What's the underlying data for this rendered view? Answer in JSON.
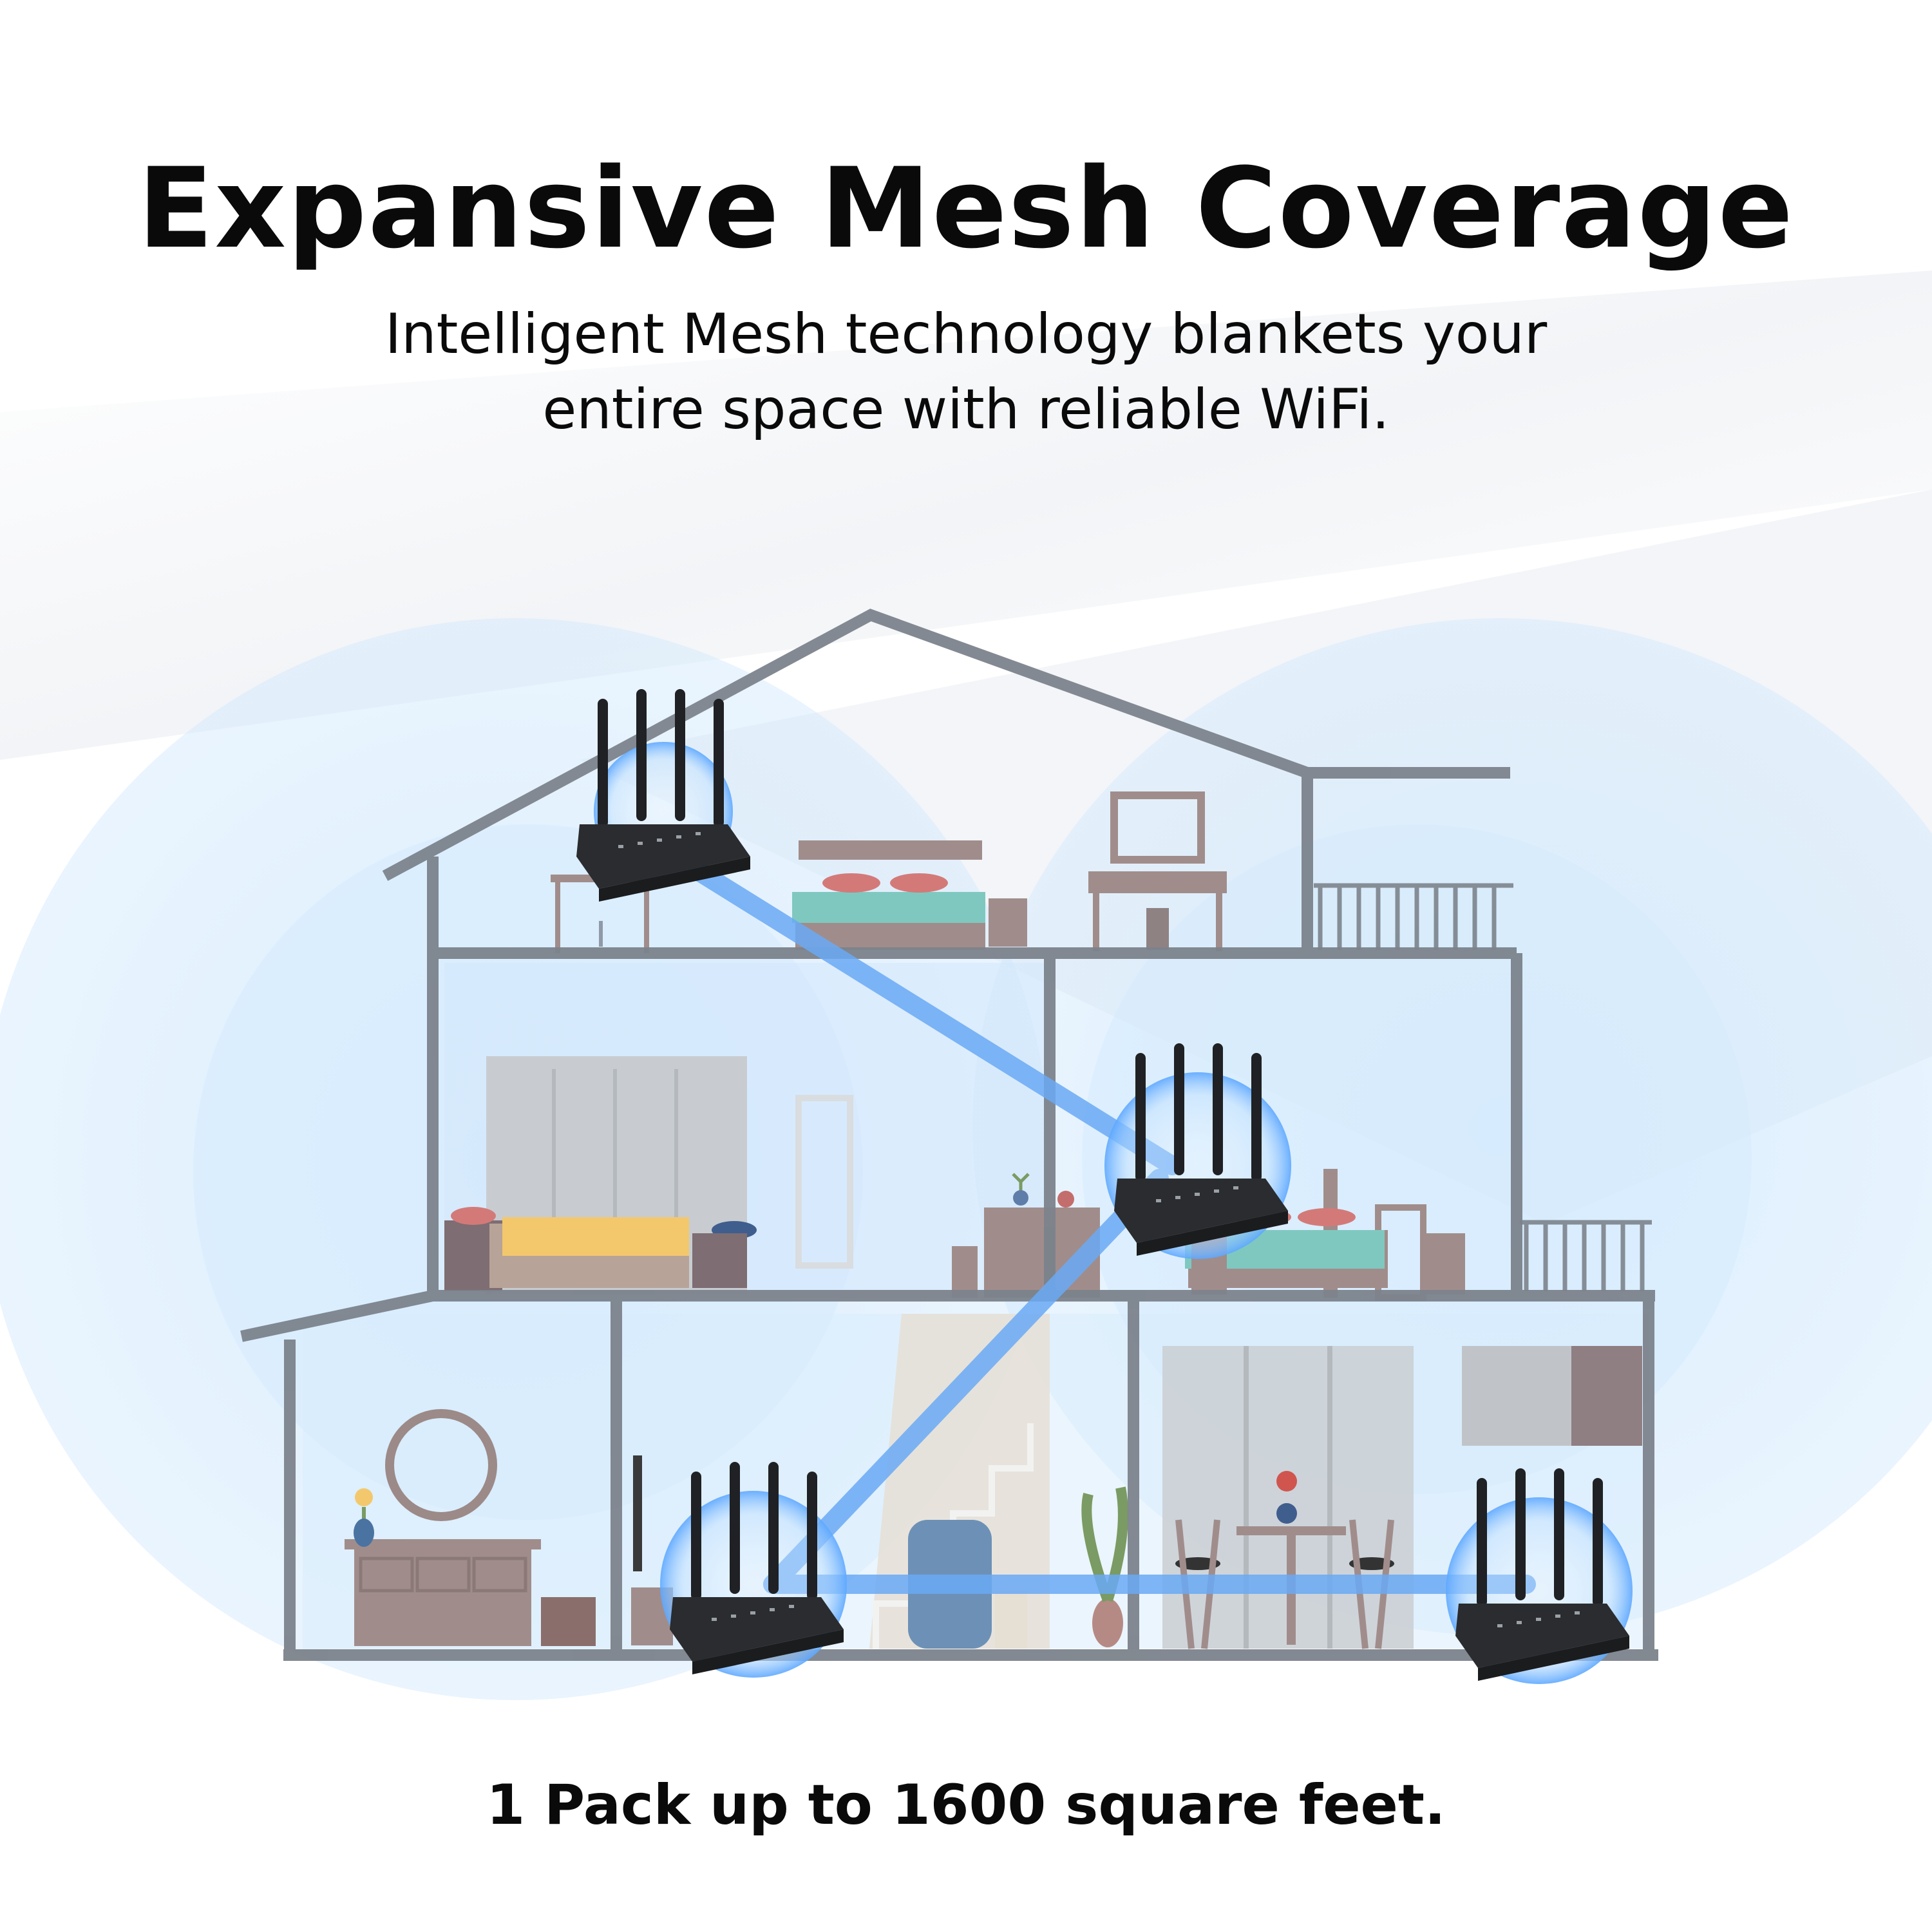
{
  "headline": "Expansive Mesh Coverage",
  "subheadline": {
    "line1": "Intelligent Mesh technology blankets your",
    "line2": "entire space with reliable WiFi."
  },
  "footnote": "1 Pack up to 1600 square feet.",
  "colors": {
    "wall": "#7c838c",
    "coverage": "#bfe0fb",
    "link_beam": "#6aaaf5",
    "router_body": "#2a2c2f",
    "node_glow": "#8fc6ff"
  },
  "icons": [
    "router-icon"
  ]
}
